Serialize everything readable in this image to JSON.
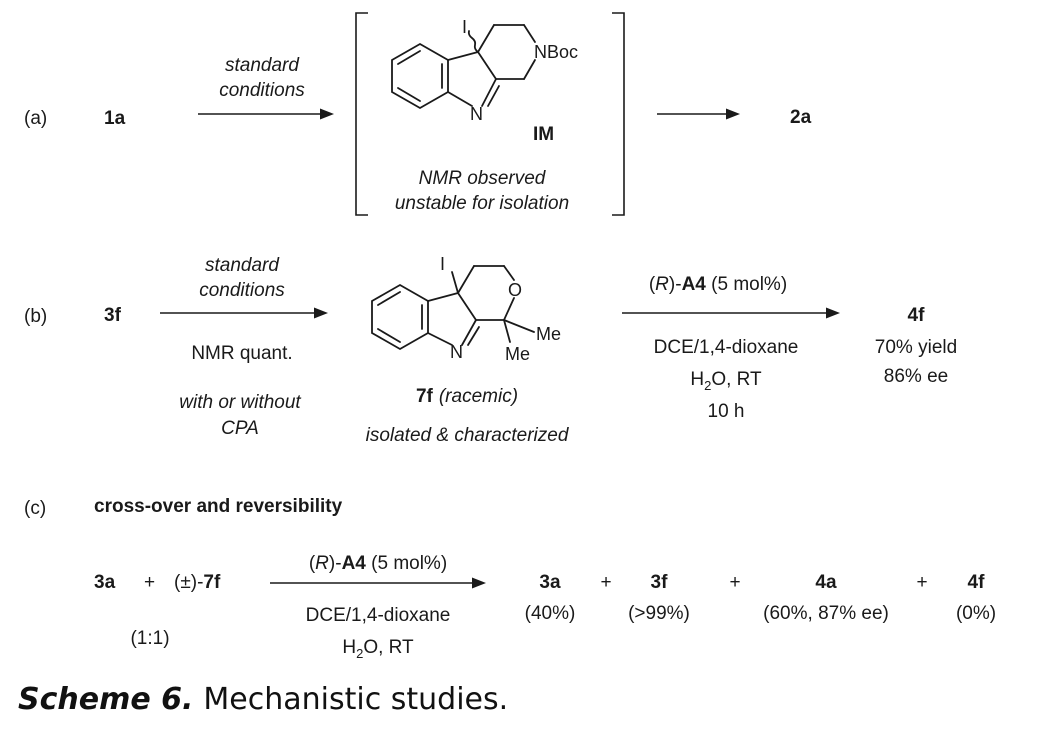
{
  "row_a": {
    "label": "(a)",
    "start": "1a",
    "arrow_top1": "standard",
    "arrow_top2": "conditions",
    "im_iodine": "I",
    "im_nboc": "NBoc",
    "im_n": "N",
    "im_label": "IM",
    "note1": "NMR observed",
    "note2": "unstable for isolation",
    "product": "2a"
  },
  "row_b": {
    "label": "(b)",
    "start": "3f",
    "arrow1_top1": "standard",
    "arrow1_top2": "conditions",
    "arrow1_bottom": "NMR quant.",
    "cpa_note1": "with or without",
    "cpa_note2": "CPA",
    "mol_iodine": "I",
    "mol_o": "O",
    "mol_n": "N",
    "mol_me1": "Me",
    "mol_me2": "Me",
    "int_label": "7f",
    "int_racemic": "(racemic)",
    "int_note": "isolated & characterized",
    "cat_r": "R",
    "cat_name": "A4",
    "cat_loading": "(5 mol%)",
    "solvent": "DCE/1,4-dioxane",
    "water_h": "H",
    "water_sub": "2",
    "water_rest": "O, RT",
    "time": "10 h",
    "product": "4f",
    "yield": "70% yield",
    "ee": "86% ee"
  },
  "row_c": {
    "label": "(c)",
    "title": "cross-over and reversibility",
    "reactant1": "3a",
    "plus": "+",
    "reactant2_prefix": "(±)-",
    "reactant2": "7f",
    "ratio": "(1:1)",
    "cat_r": "R",
    "cat_name": "A4",
    "cat_loading": "(5 mol%)",
    "solvent": "DCE/1,4-dioxane",
    "water_h": "H",
    "water_sub": "2",
    "water_rest": "O, RT",
    "products": [
      {
        "name": "3a",
        "result": "(40%)"
      },
      {
        "name": "3f",
        "result": "(>99%)"
      },
      {
        "name": "4a",
        "result": "(60%, 87% ee)"
      },
      {
        "name": "4f",
        "result": "(0%)"
      }
    ]
  },
  "caption": {
    "label": "Scheme 6.",
    "text": "Mechanistic studies."
  }
}
